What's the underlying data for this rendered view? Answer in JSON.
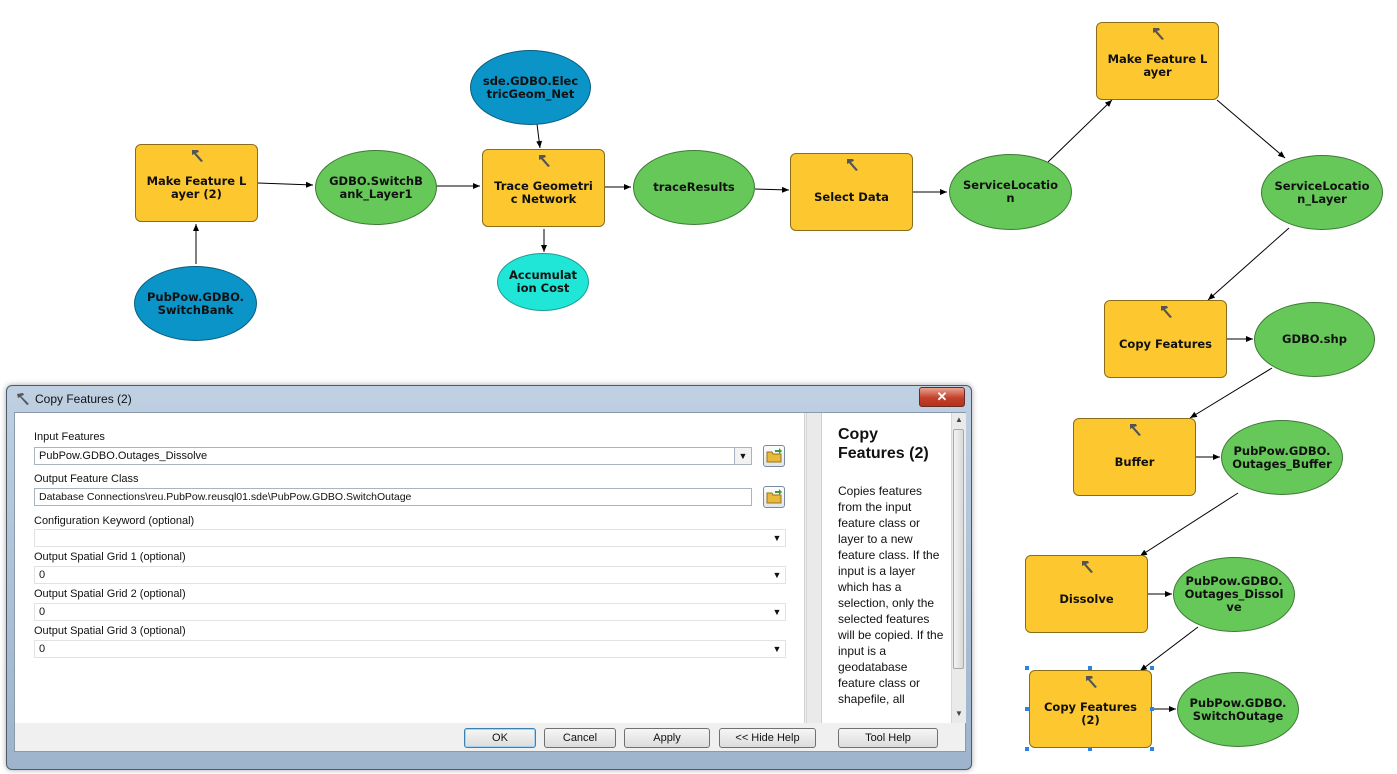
{
  "model": {
    "nodes": {
      "make_feature_layer_2": "Make Feature Layer (2)",
      "gdbo_switchbank_layer1": "GDBO.SwitchBank_Layer1",
      "pubpow_switchbank": "PubPow.GDBO.SwitchBank",
      "sde_electricgeom": "sde.GDBO.ElectricGeom_Net",
      "trace_geometric_network": "Trace Geometric Network",
      "accumulation_cost": "Accumulation Cost",
      "trace_results": "traceResults",
      "select_data": "Select Data",
      "service_location": "ServiceLocation",
      "make_feature_layer": "Make Feature Layer",
      "service_location_layer": "ServiceLocation_Layer",
      "copy_features": "Copy Features",
      "gdbo_shp": "GDBO.shp",
      "buffer": "Buffer",
      "outages_buffer": "PubPow.GDBO.Outages_Buffer",
      "dissolve": "Dissolve",
      "outages_dissolve": "PubPow.GDBO.Outages_Dissolve",
      "copy_features_2": "Copy Features (2)",
      "switch_outage": "PubPow.GDBO.SwitchOutage"
    },
    "colors": {
      "tool": "#fdc82f",
      "derived_data": "#67c85a",
      "input_data": "#0b94c8",
      "output_value": "#1fe6d6"
    }
  },
  "dialog": {
    "title": "Copy Features (2)",
    "close_label": "✕",
    "fields": {
      "input_features_label": "Input Features",
      "input_features_value": "PubPow.GDBO.Outages_Dissolve",
      "output_class_label": "Output Feature Class",
      "output_class_value": "Database Connections\\reu.PubPow.reusql01.sde\\PubPow.GDBO.SwitchOutage",
      "config_keyword_label": "Configuration Keyword (optional)",
      "config_keyword_value": "",
      "grid1_label": "Output Spatial Grid 1 (optional)",
      "grid1_value": "0",
      "grid2_label": "Output Spatial Grid 2 (optional)",
      "grid2_value": "0",
      "grid3_label": "Output Spatial Grid 3 (optional)",
      "grid3_value": "0"
    },
    "help": {
      "title": "Copy Features (2)",
      "text": "Copies features from the input feature class or layer to a new feature class. If the input is a layer which has a selection, only the selected features will be copied. If the input is a geodatabase feature class or shapefile, all"
    },
    "buttons": {
      "ok": "OK",
      "cancel": "Cancel",
      "apply": "Apply",
      "hide_help": "<< Hide Help",
      "tool_help": "Tool Help"
    }
  }
}
